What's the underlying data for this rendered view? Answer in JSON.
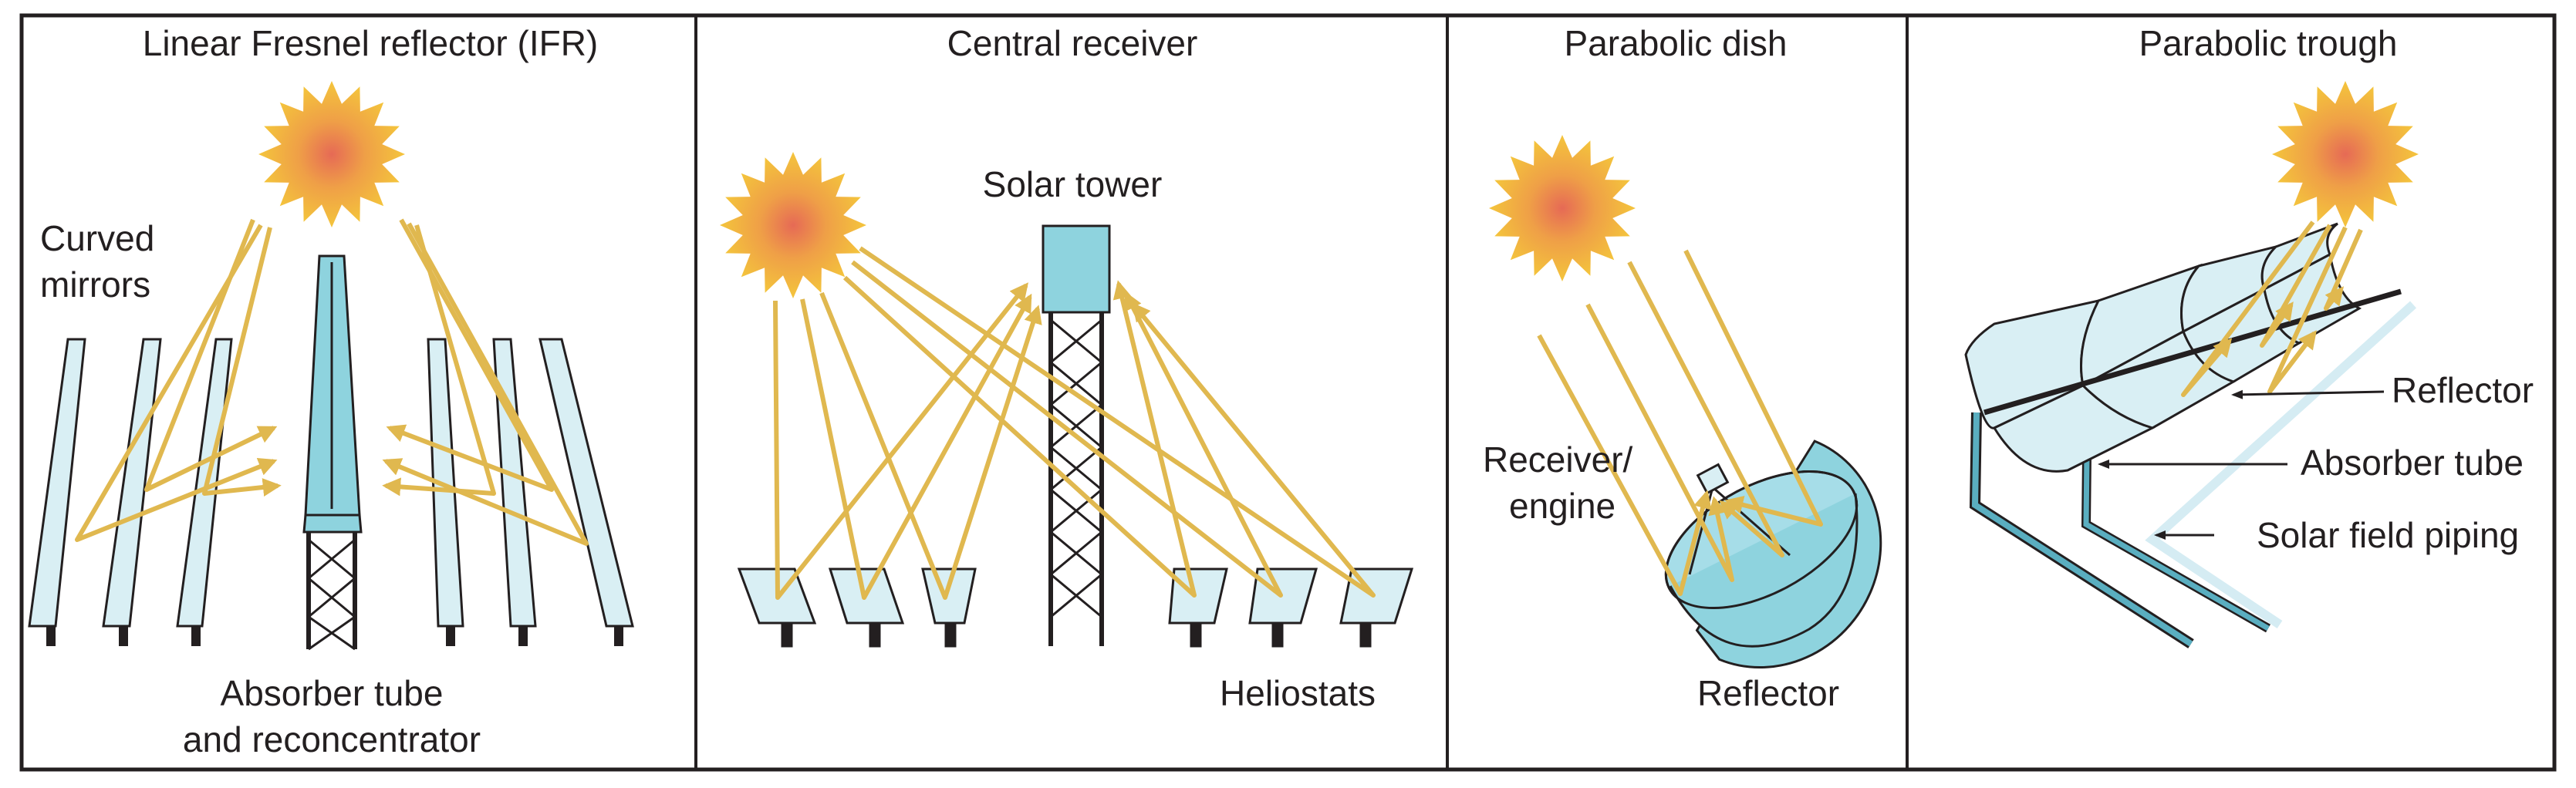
{
  "panels": [
    {
      "title": "Linear Fresnel reflector (IFR)",
      "labels": {
        "curved_mirrors": [
          "Curved",
          "mirrors"
        ],
        "absorber": [
          "Absorber tube",
          "and reconcentrator"
        ]
      }
    },
    {
      "title": "Central receiver",
      "labels": {
        "solar_tower": "Solar tower",
        "heliostats": "Heliostats"
      }
    },
    {
      "title": "Parabolic dish",
      "labels": {
        "receiver": [
          "Receiver/",
          "engine"
        ],
        "reflector": "Reflector"
      }
    },
    {
      "title": "Parabolic trough",
      "labels": {
        "reflector": "Reflector",
        "absorber_tube": "Absorber tube",
        "solar_field_piping": "Solar field piping"
      }
    }
  ],
  "colors": {
    "border": "#231f20",
    "ray": "#e0b84f",
    "mirror_fill": "#d9eff4",
    "receiver_fill": "#8ed3de",
    "dish_fill": "#a6dde8",
    "piping": "#5aaec0",
    "sun_outer": "#f2c23a",
    "sun_inner": "#e8735a"
  },
  "icons": [
    "sun-icon"
  ]
}
